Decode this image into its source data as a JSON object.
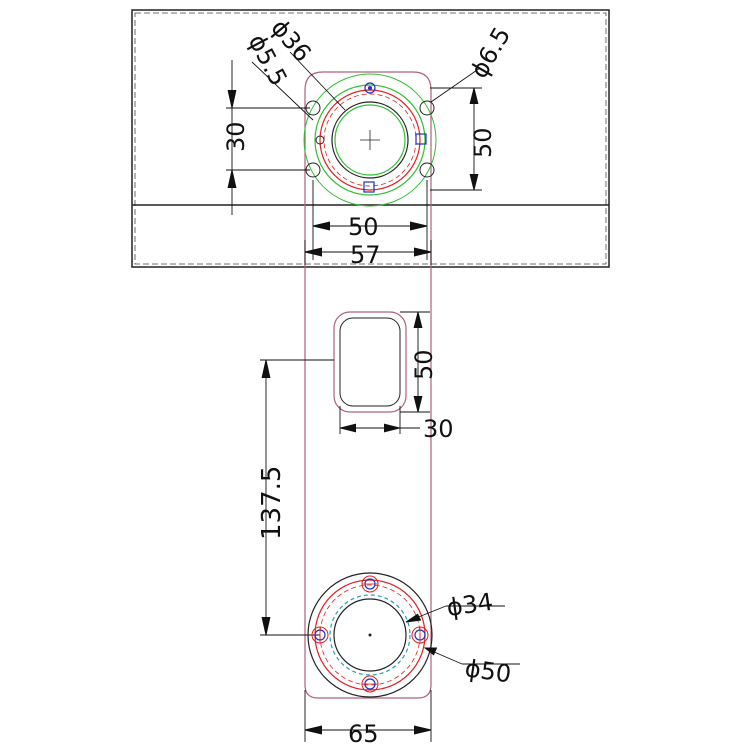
{
  "drawing": {
    "dimensions": {
      "top_d55": "ϕ5.5",
      "top_d36": "ϕ36",
      "top_d65": "ϕ6.5",
      "top_30": "30",
      "top_50_vertical": "50",
      "top_50_horizontal": "50",
      "top_57": "57",
      "slot_50": "50",
      "slot_30": "30",
      "offset_137_5": "137.5",
      "bottom_d34": "ϕ34",
      "bottom_d50": "ϕ50",
      "bottom_65": "65"
    },
    "colors": {
      "outline": "#222222",
      "plate": "#b0607a",
      "red_circle": "#e02020",
      "green_circle": "#30c030",
      "blue_mark": "#2030c0",
      "cyan_dash": "#20a0c0",
      "dim_line": "#111111"
    }
  }
}
